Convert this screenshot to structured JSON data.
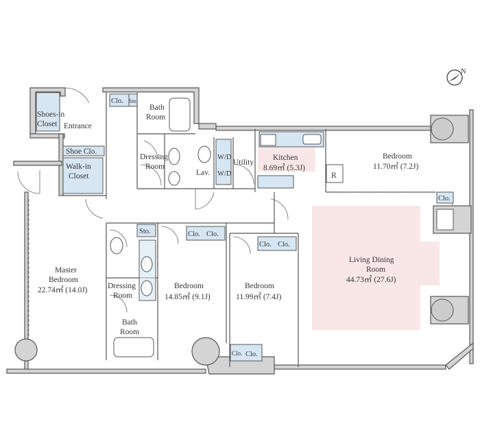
{
  "rooms": {
    "shoes_in_closet": [
      "Shoes-in",
      "Closet"
    ],
    "entrance": "Entrance",
    "shoe_closet": "Shoe Clo.",
    "walk_in_closet": [
      "Walk-in",
      "Closet"
    ],
    "clo_top": "Clo.",
    "sto_top": "Sto.",
    "bath_upper": [
      "Bath",
      "Room"
    ],
    "dressing_upper": [
      "Dressing",
      "Room"
    ],
    "lav": "Lav.",
    "wd1": "W/D",
    "wd2": "W/D",
    "utility": "Utility",
    "kitchen": {
      "name": "Kitchen",
      "area": "8.69㎡ (5.3J)"
    },
    "refrigerator": "R",
    "bedroom_ne": {
      "name": "Bedroom",
      "area": "11.70㎡ (7.2J)"
    },
    "clo_ne": "Clo.",
    "living_dining": {
      "name": [
        "Living Dining",
        "Room"
      ],
      "area": "44.73㎡ (27.6J)"
    },
    "master": {
      "name": [
        "Master",
        "Bedroom"
      ],
      "area": "22.74㎡ (14.0J)"
    },
    "sto_lower": "Sto.",
    "dressing_lower": [
      "Dressing",
      "Room"
    ],
    "bath_lower": [
      "Bath",
      "Room"
    ],
    "bedroom_mid": {
      "name": "Bedroom",
      "area": "14.85㎡ (9.1J)",
      "clo": [
        "Clo.",
        "Clo."
      ]
    },
    "bedroom_se": {
      "name": "Bedroom",
      "area": "11.99㎡ (7.4J)",
      "clo": [
        "Clo.",
        "Clo."
      ]
    },
    "clo_bay": [
      "Clo.",
      "Clo."
    ]
  },
  "compass": {
    "label": "N"
  }
}
